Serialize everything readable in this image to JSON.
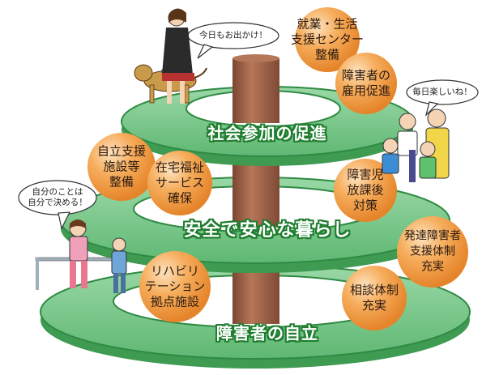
{
  "colors": {
    "ring_top": "#7bc98a",
    "ring_side": "#4fae62",
    "ring_edge": "#2f8a43",
    "pillar": "#a8684a",
    "pillar_dark": "#7a4632",
    "ball": "#f39a3f",
    "ball_light": "#fbd3a0",
    "label_stroke": "#1e7d2e"
  },
  "tiers": [
    {
      "label": "社会参加の促進",
      "items": [
        {
          "lines": [
            "就業・生活",
            "支援センター",
            "整備"
          ]
        },
        {
          "lines": [
            "障害者の",
            "雇用促進"
          ]
        }
      ]
    },
    {
      "label": "安全で安心な暮らし",
      "items": [
        {
          "lines": [
            "自立支援",
            "施設等",
            "整備"
          ]
        },
        {
          "lines": [
            "在宅福祉",
            "サービス",
            "確保"
          ]
        },
        {
          "lines": [
            "障害児",
            "放課後",
            "対策"
          ]
        }
      ]
    },
    {
      "label": "障害者の自立",
      "items": [
        {
          "lines": [
            "リハビリ",
            "テーション",
            "拠点施設"
          ]
        },
        {
          "lines": [
            "相談体制",
            "充実"
          ]
        },
        {
          "lines": [
            "発達障害者",
            "支援体制",
            "充実"
          ]
        }
      ]
    }
  ],
  "bubbles": [
    {
      "text": "今日もお出かけ！"
    },
    {
      "text": "毎日楽しいね！"
    },
    {
      "lines": [
        "自分のことは",
        "自分で決める！"
      ]
    }
  ]
}
